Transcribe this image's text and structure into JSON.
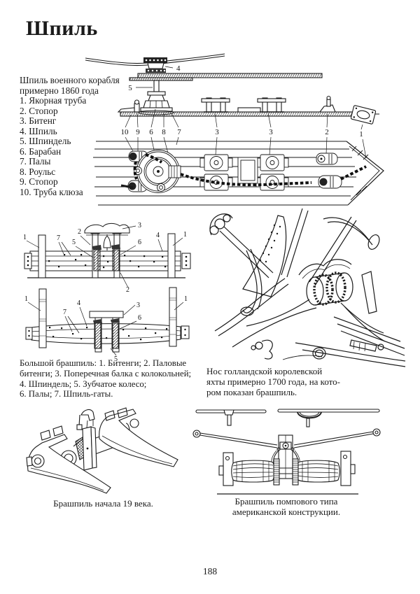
{
  "page": {
    "title": "Шпиль",
    "page_number": "188"
  },
  "intro": {
    "line1": "Шпиль военного корабля",
    "line2": "примерно 1860 года",
    "items": [
      "1. Якорная труба",
      "2. Стопор",
      "3. Битенг",
      "4. Шпиль",
      "5. Шпиндель",
      "6. Барабан",
      "7. Палы",
      "8. Роульс",
      "9. Стопор",
      "10. Труба клюза"
    ]
  },
  "fig_top": {
    "labels": {
      "n4": "4",
      "n5": "5",
      "n10": "10",
      "n9": "9",
      "n6": "6",
      "n8": "8",
      "n7": "7",
      "n3a": "3",
      "n3b": "3",
      "n2": "2",
      "n1": "1"
    }
  },
  "fig_windlass": {
    "top": {
      "n1l": "1",
      "n7": "7",
      "n2": "2",
      "n5": "5",
      "n3": "3",
      "n6": "6",
      "n4": "4",
      "n1r": "1",
      "n2b": "2"
    },
    "bottom": {
      "n1l": "1",
      "n4": "4",
      "n7": "7",
      "n3": "3",
      "n6": "6",
      "n1r": "1",
      "n5": "5"
    }
  },
  "captions": {
    "windlass_lines": [
      "Большой брашпиль: 1. Битенги; 2. Паловые",
      "битенги; 3. Поперечная балка с колокольней;",
      "4. Шпиндель; 5. Зубчатое колесо;",
      "6. Палы; 7. Шпиль-гаты."
    ],
    "yacht_lines": [
      "Нос голландской королевской",
      "яхты примерно 1700 года, на кото-",
      "ром показан брашпиль."
    ],
    "windlass19": "Брашпиль начала 19 века.",
    "pump_lines": [
      "Брашпиль помпового типа",
      "американской конструкции."
    ]
  }
}
